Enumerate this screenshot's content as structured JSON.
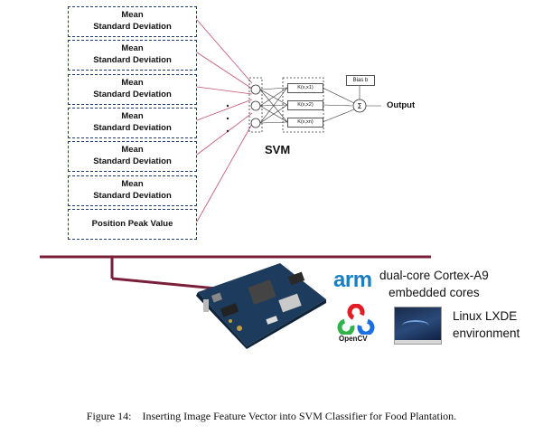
{
  "features": [
    {
      "line1": "Mean",
      "line2": "Standard Deviation"
    },
    {
      "line1": "Mean",
      "line2": "Standard Deviation"
    },
    {
      "line1": "Mean",
      "line2": "Standard Deviation"
    },
    {
      "line1": "Mean",
      "line2": "Standard Deviation"
    },
    {
      "line1": "Mean",
      "line2": "Standard Deviation"
    },
    {
      "line1": "Mean",
      "line2": "Standard Deviation"
    },
    {
      "line1": "Position Peak Value"
    }
  ],
  "svm": {
    "label": "SVM",
    "output_label": "Output",
    "bias_label": "Bias b",
    "kernels": [
      "K(x,x1)",
      "K(x,x2)",
      "K(x,xn)"
    ],
    "sum_symbol": "Σ"
  },
  "hardware": {
    "arm_logo": "arm",
    "arm_text_line1": "dual-core Cortex-A9",
    "arm_text_line2": "embedded cores",
    "opencv_label": "OpenCV",
    "lxde_line1": "Linux LXDE",
    "lxde_line2": "environment"
  },
  "caption": "Figure 14:    Inserting Image Feature Vector into SVM Classifier for Food Plantation.",
  "colors": {
    "connector": "#c0506e",
    "bar": "#7a1f3a",
    "box_border": "#1f3a6e",
    "arm": "#1a7fc1"
  }
}
